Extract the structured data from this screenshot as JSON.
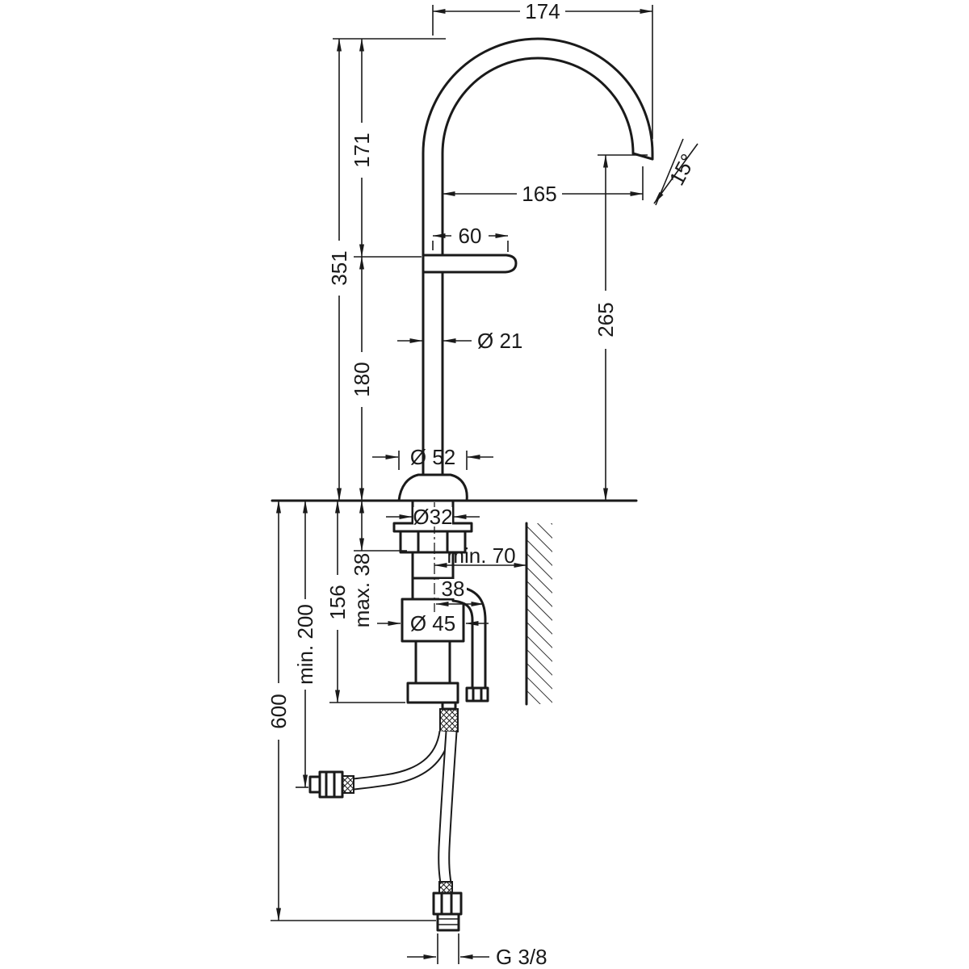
{
  "page": {
    "background": "#ffffff",
    "line_color": "#1a1a1a",
    "description": "Technical installation drawing of a tall single-hole basin faucet with curved spout, mounting hardware and flexible supply hoses"
  },
  "drawing": {
    "dimensions": {
      "width_174": "174",
      "height_171": "171",
      "height_351": "351",
      "height_180": "180",
      "reach_165": "165",
      "handle_60": "60",
      "angle_15": "15°",
      "height_265": "265",
      "dia_21": "Ø 21",
      "dia_52": "Ø 52",
      "dia_32": "Ø32",
      "max_38": "max. 38",
      "min_70": "min. 70",
      "offset_38": "38",
      "dia_45": "Ø 45",
      "depth_156": "156",
      "min_200": "min. 200",
      "length_600": "600",
      "thread_g38": "G 3/8"
    }
  }
}
